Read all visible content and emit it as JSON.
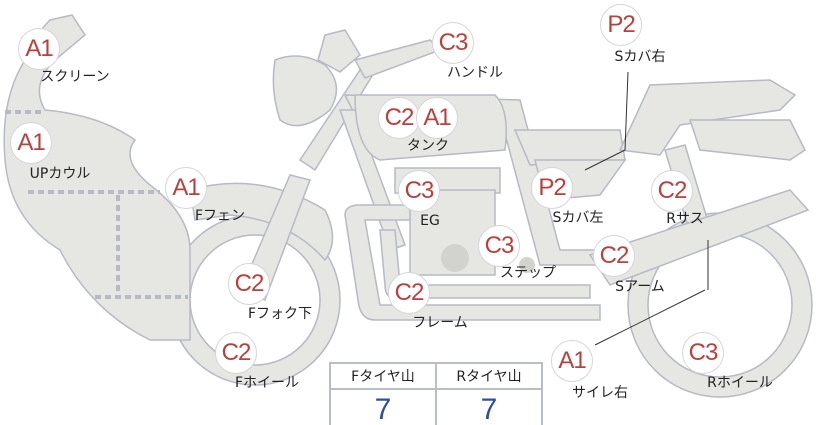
{
  "parts": [
    {
      "grade": "A1",
      "label": "スクリーン"
    },
    {
      "grade": "A1",
      "label": "UPカウル"
    },
    {
      "grade": "A1",
      "label": "Fフェン"
    },
    {
      "grade": "C2",
      "label": "Fフォク下"
    },
    {
      "grade": "C2",
      "label": "Fホイール"
    },
    {
      "grade": "C2",
      "grade2": "A1",
      "label": "タンク"
    },
    {
      "grade": "C3",
      "label": "ハンドル"
    },
    {
      "grade": "C3",
      "label": "EG"
    },
    {
      "grade": "C3",
      "label": "ステップ"
    },
    {
      "grade": "C2",
      "label": "フレーム"
    },
    {
      "grade": "P2",
      "label": "Sカバ右"
    },
    {
      "grade": "P2",
      "label": "Sカバ左"
    },
    {
      "grade": "C2",
      "label": "Rサス"
    },
    {
      "grade": "C2",
      "label": "Sアーム"
    },
    {
      "grade": "A1",
      "label": "サイレ右"
    },
    {
      "grade": "C3",
      "label": "Rホイール"
    }
  ],
  "tire_table": {
    "front_label": "Fタイヤ山",
    "rear_label": "Rタイヤ山",
    "front_value": "7",
    "rear_value": "7"
  },
  "colors": {
    "body_fill": "#e6e6e2",
    "outline": "#b5bac4",
    "grade": "#b8413f",
    "value": "#2f4f9e"
  }
}
